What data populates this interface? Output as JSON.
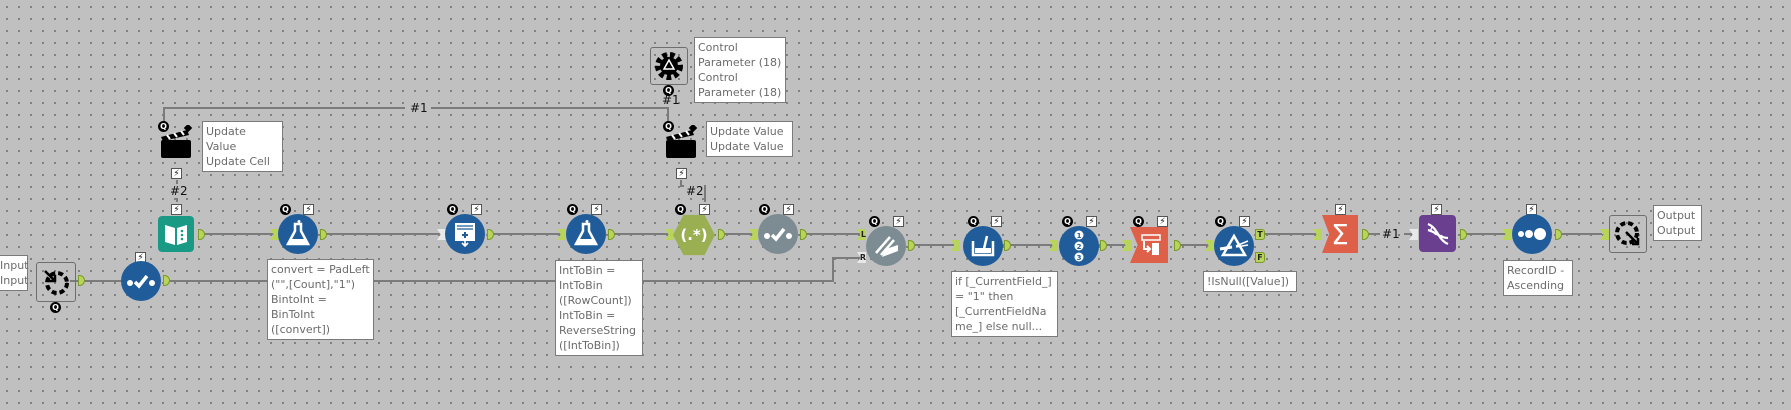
{
  "canvas": {
    "background": "#c0c0c0",
    "connection_color": "#7b7b7b",
    "anchor_color": "#b8d45a"
  },
  "connection_labels": {
    "top_wire": "#1",
    "control_param_out": "#1",
    "update_cell_link": "#2",
    "update_value_link": "#2",
    "summarize_to_transpose": "#1"
  },
  "tools": [
    {
      "id": "input",
      "icon": "input-gear-icon",
      "annotation": "Input\nInput"
    },
    {
      "id": "select-1",
      "icon": "select-check-icon"
    },
    {
      "id": "text-input",
      "icon": "book-icon"
    },
    {
      "id": "formula-1",
      "icon": "flask-icon",
      "annotation": "convert = PadLeft\n(\"\",[Count],\"1\")\nBintoInt =\nBinToInt\n([convert])"
    },
    {
      "id": "generate-rows",
      "icon": "generate-rows-icon"
    },
    {
      "id": "formula-2",
      "icon": "flask-icon",
      "annotation": "IntToBin =\nIntToBin\n([RowCount])\nIntToBin =\nReverseString\n([IntToBin])"
    },
    {
      "id": "regex",
      "icon": "regex-icon",
      "glyph": "(.*)"
    },
    {
      "id": "select-2",
      "icon": "select-check-icon"
    },
    {
      "id": "dynamic-rename",
      "icon": "hand-pen-icon",
      "anchors": [
        "L",
        "R"
      ]
    },
    {
      "id": "multi-field-formula",
      "icon": "beaker-icon",
      "annotation": "if [_CurrentField_]\n= \"1\" then\n[_CurrentFieldNa\nme_] else null..."
    },
    {
      "id": "record-id-multi-row",
      "icon": "numbered-list-icon",
      "glyph": "1 2 3"
    },
    {
      "id": "transpose",
      "icon": "transpose-icon"
    },
    {
      "id": "filter",
      "icon": "prism-filter-icon",
      "annotation": "!IsNull([Value])",
      "anchors": [
        "T",
        "F"
      ]
    },
    {
      "id": "summarize",
      "icon": "sigma-icon",
      "glyph": "Σ"
    },
    {
      "id": "dna",
      "icon": "dna-icon"
    },
    {
      "id": "sort",
      "icon": "dots-icon",
      "annotation": "RecordID -\nAscending"
    },
    {
      "id": "output",
      "icon": "output-gear-icon",
      "annotation": "Output\nOutput"
    }
  ],
  "interface_tools": [
    {
      "id": "control-parameter",
      "icon": "gear-recycle-icon",
      "annotation": "Control\nParameter (18)\nControl\nParameter (18)"
    },
    {
      "id": "action-update-cell",
      "icon": "clapperboard-icon",
      "annotation": "Update Value\nUpdate Cell"
    },
    {
      "id": "action-update-value",
      "icon": "clapperboard-icon",
      "annotation": "Update Value\nUpdate Value"
    }
  ],
  "badges": {
    "q": "Q",
    "bolt": "⚡"
  }
}
